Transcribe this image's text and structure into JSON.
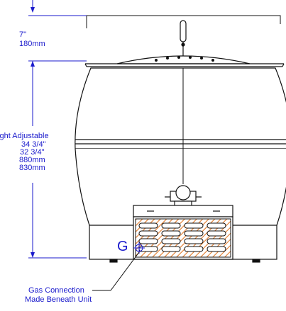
{
  "dimensions": {
    "top_clearance": {
      "imperial": "7\"",
      "metric": "180mm"
    },
    "height": {
      "label": "Height Adjustable",
      "imperial_max": "34 3/4\"",
      "imperial_min": "32 3/4\"",
      "metric_max": "880mm",
      "metric_min": "830mm"
    }
  },
  "callouts": {
    "gas_marker": "G",
    "gas_note_line1": "Gas Connection",
    "gas_note_line2": "Made Beneath Unit"
  },
  "colors": {
    "dimension_text": "#1a1acc",
    "outline": "#111111",
    "vent_hatch": "#e07a2a"
  }
}
